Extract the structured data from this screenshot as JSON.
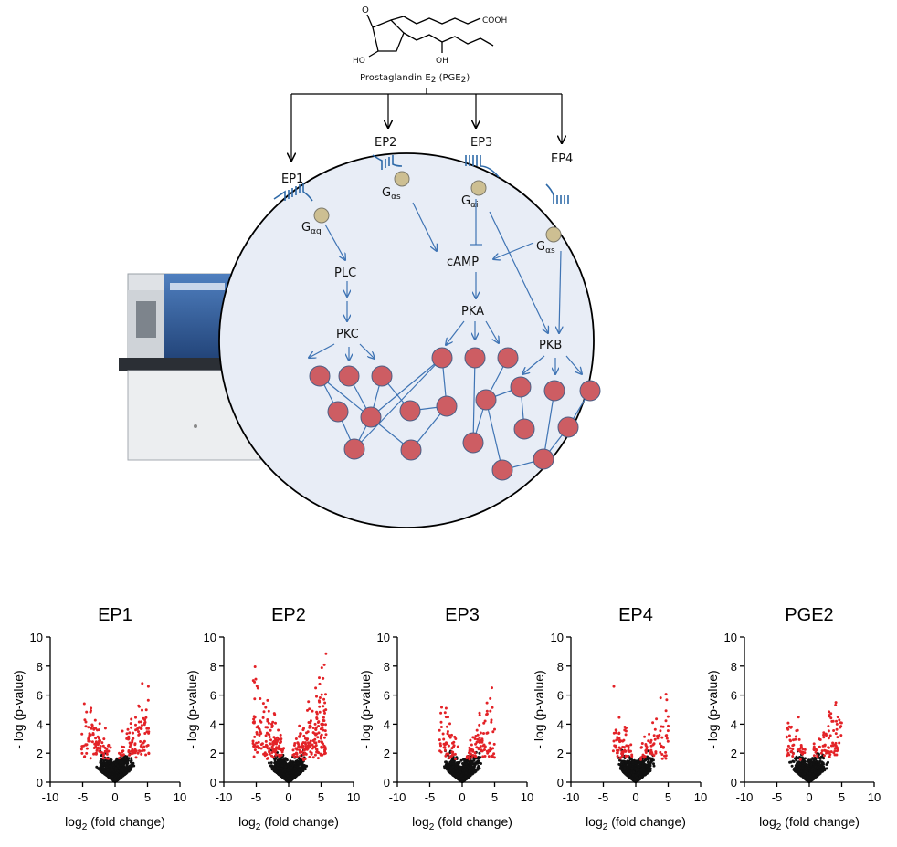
{
  "molecule": {
    "name": "Prostaglandin E",
    "name_sub": "2",
    "abbrev_open": " (PGE",
    "abbrev_sub": "2",
    "abbrev_close": ")",
    "cooh": "COOH",
    "ho": "HO",
    "oh": "OH",
    "o": "O"
  },
  "receptors": [
    {
      "label": "EP1",
      "g_protein": "G",
      "g_sub": "αq"
    },
    {
      "label": "EP2",
      "g_protein": "G",
      "g_sub": "αs"
    },
    {
      "label": "EP3",
      "g_protein": "G",
      "g_sub": "αi"
    },
    {
      "label": "EP4",
      "g_protein": "G",
      "g_sub": "αs"
    }
  ],
  "signaling": {
    "plc": "PLC",
    "pkc": "PKC",
    "camp": "cAMP",
    "pka": "PKA",
    "pkb": "PKB"
  },
  "colors": {
    "cell_fill": "#e8edf6",
    "node": "#cd5d63",
    "arrow": "#3f74b4",
    "gprotein": "#cdbf92",
    "receptor": "#2f6aa8",
    "sig_point": "#e32227",
    "nonsig_point": "#111111"
  },
  "chart_data": [
    {
      "type": "scatter",
      "title": "EP1",
      "xlabel": "log2 (fold change)",
      "ylabel": "- log (p-value)",
      "xlim": [
        -10,
        10
      ],
      "ylim": [
        0,
        10
      ],
      "xticks": [
        -10,
        -5,
        0,
        5,
        10
      ],
      "yticks": [
        0,
        2,
        4,
        6,
        8,
        10
      ],
      "spread": {
        "left": -5.2,
        "right": 5.2,
        "ymax": 7.8,
        "sig_density": 0.6
      }
    },
    {
      "type": "scatter",
      "title": "EP2",
      "xlabel": "log2 (fold change)",
      "ylabel": "- log (p-value)",
      "xlim": [
        -10,
        10
      ],
      "ylim": [
        0,
        10
      ],
      "xticks": [
        -10,
        -5,
        0,
        5,
        10
      ],
      "yticks": [
        0,
        2,
        4,
        6,
        8,
        10
      ],
      "spread": {
        "left": -5.5,
        "right": 5.8,
        "ymax": 9.3,
        "sig_density": 1.0
      }
    },
    {
      "type": "scatter",
      "title": "EP3",
      "xlabel": "log2 (fold change)",
      "ylabel": "- log (p-value)",
      "xlim": [
        -10,
        10
      ],
      "ylim": [
        0,
        10
      ],
      "xticks": [
        -10,
        -5,
        0,
        5,
        10
      ],
      "yticks": [
        0,
        2,
        4,
        6,
        8,
        10
      ],
      "spread": {
        "left": -3.5,
        "right": 5.0,
        "ymax": 7.3,
        "sig_density": 0.45
      }
    },
    {
      "type": "scatter",
      "title": "EP4",
      "xlabel": "log2 (fold change)",
      "ylabel": "- log (p-value)",
      "xlim": [
        -10,
        10
      ],
      "ylim": [
        0,
        10
      ],
      "xticks": [
        -10,
        -5,
        0,
        5,
        10
      ],
      "yticks": [
        0,
        2,
        4,
        6,
        8,
        10
      ],
      "spread": {
        "left": -3.5,
        "right": 5.0,
        "ymax": 6.9,
        "sig_density": 0.4
      }
    },
    {
      "type": "scatter",
      "title": "PGE2",
      "xlabel": "log2 (fold change)",
      "ylabel": "- log (p-value)",
      "xlim": [
        -10,
        10
      ],
      "ylim": [
        0,
        10
      ],
      "xticks": [
        -10,
        -5,
        0,
        5,
        10
      ],
      "yticks": [
        0,
        2,
        4,
        6,
        8,
        10
      ],
      "spread": {
        "left": -3.5,
        "right": 5.0,
        "ymax": 6.7,
        "sig_density": 0.4
      }
    }
  ]
}
